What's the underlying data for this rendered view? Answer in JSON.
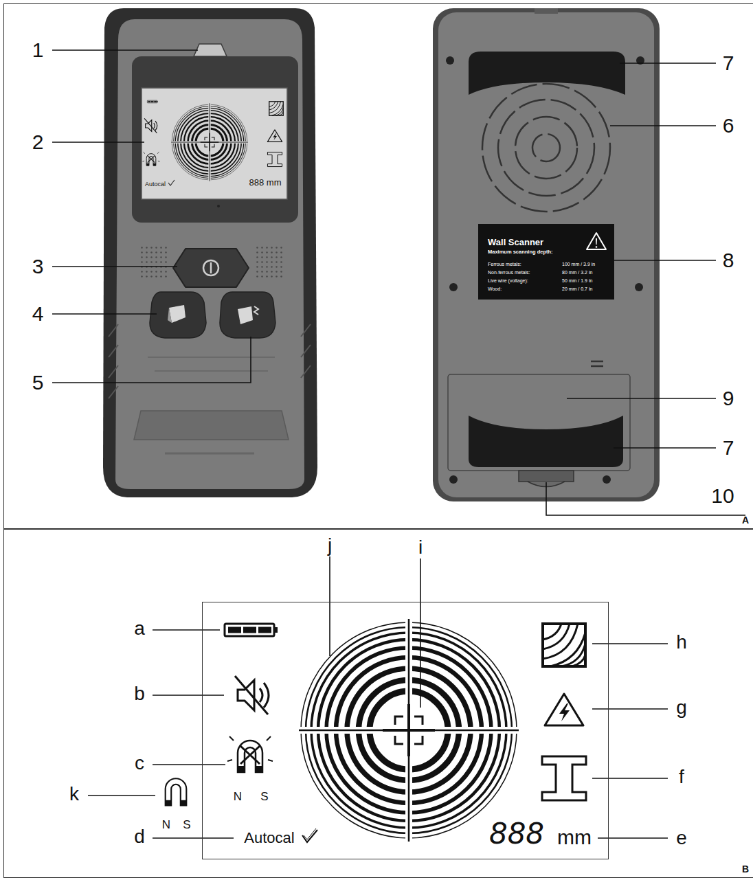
{
  "diagram": {
    "nodes": [
      {
        "text": [
          "A"
        ]
      },
      {
        "text": [
          "Wall Scanner",
          "Maximum scanning depth:",
          "Ferrous metals:",
          "100 mm / 3.9 in",
          "Non-ferrous metals:",
          "80 mm / 3.2 in",
          "Live wire (voltage):",
          "50 mm / 1.9 in",
          "Wood:",
          "20 mm / 0.7 in"
        ],
        "in": 0
      },
      {
        "text": [
          "B"
        ]
      },
      {
        "text": [
          "Autocal",
          "888",
          "mm",
          "N",
          "S"
        ],
        "in": 2
      }
    ],
    "labels": [
      "1",
      "7",
      "6",
      "2",
      "Autocal",
      "888 mm",
      "8",
      "3",
      "4",
      "5",
      "9",
      "7",
      "10",
      "j",
      "i",
      "a",
      "h",
      "b",
      "g",
      "c",
      "f",
      "k",
      "N",
      "S",
      "d",
      "e"
    ]
  }
}
